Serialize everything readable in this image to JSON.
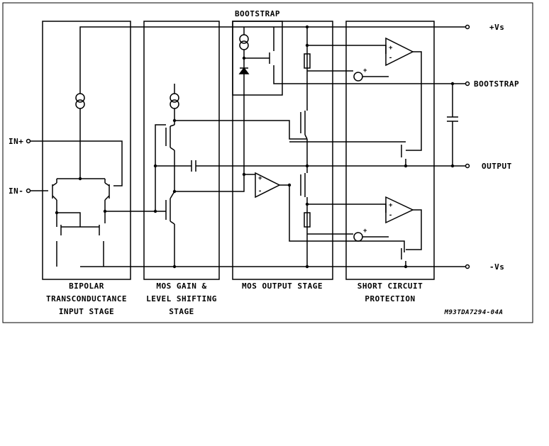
{
  "blocks": {
    "bipolar": [
      "BIPOLAR",
      "TRANSCONDUCTANCE",
      "INPUT STAGE"
    ],
    "mos_gain": [
      "MOS GAIN &",
      "LEVEL SHIFTING",
      "STAGE"
    ],
    "mos_output": [
      "MOS OUTPUT STAGE"
    ],
    "short_circuit": [
      "SHORT CIRCUIT",
      "PROTECTION"
    ],
    "bootstrap": "BOOTSTRAP"
  },
  "terminals": {
    "vs_pos": "+Vs",
    "bootstrap": "BOOTSTRAP",
    "output": "OUTPUT",
    "vs_neg": "-Vs",
    "in_pos": "IN+",
    "in_neg": "IN-"
  },
  "opamp_signs": {
    "plus": "+",
    "minus": "-"
  },
  "reference_code": "M93TDA7294-04A"
}
